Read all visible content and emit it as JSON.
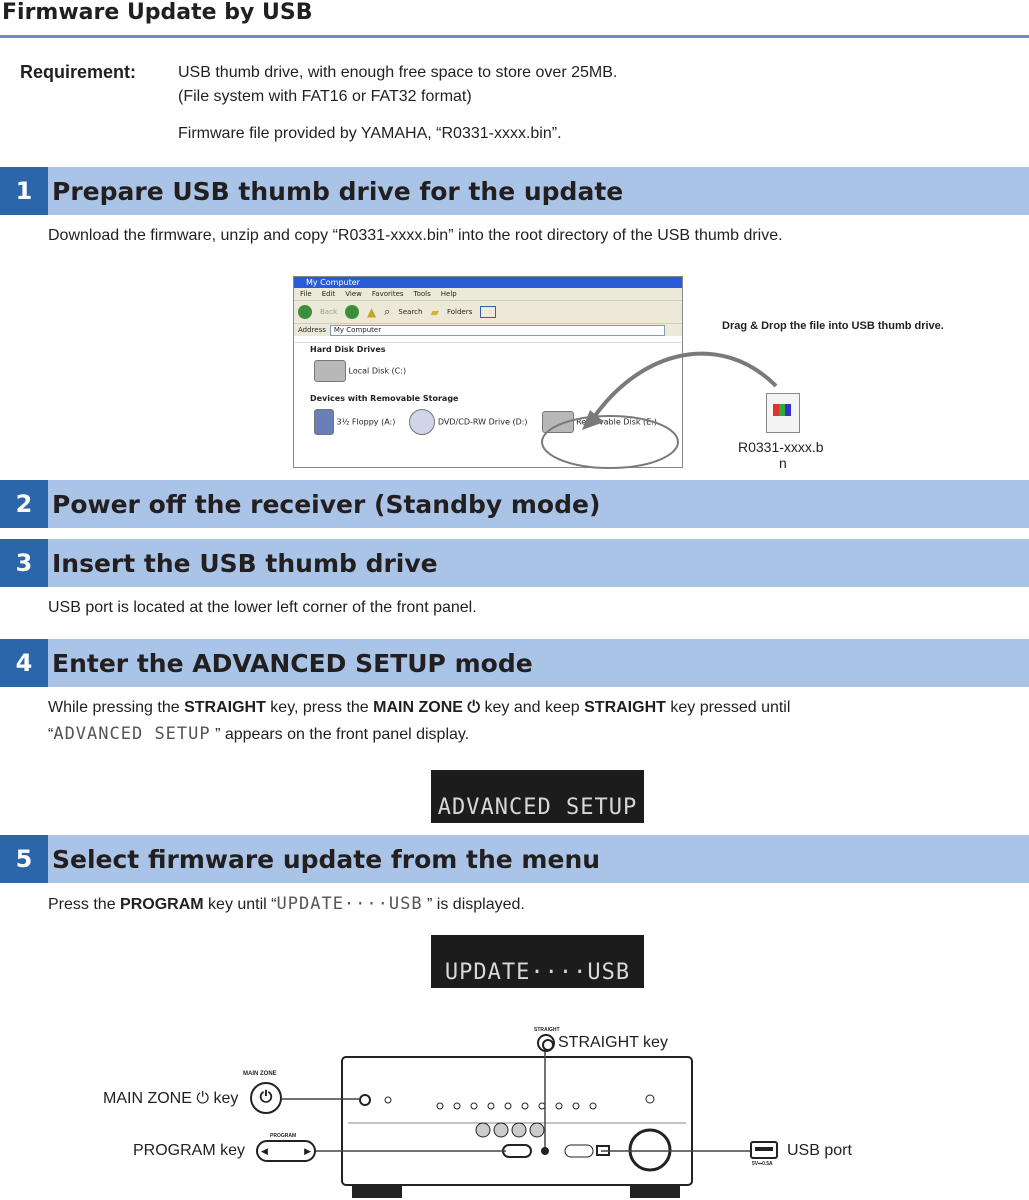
{
  "title": "Firmware Update by USB",
  "requirement": {
    "label": "Requirement:",
    "line1": "USB thumb drive, with enough free space to store over 25MB.",
    "line2": "(File system with FAT16 or FAT32 format)",
    "line3": "Firmware file provided by YAMAHA, “R0331-xxxx.bin”."
  },
  "steps": [
    {
      "num": "1",
      "title": "Prepare USB thumb drive for the update",
      "text": "Download the firmware, unzip and copy “R0331-xxxx.bin” into the root directory of the USB thumb drive."
    },
    {
      "num": "2",
      "title": "Power off the receiver (Standby mode)"
    },
    {
      "num": "3",
      "title": "Insert the USB thumb drive",
      "text": "USB port is located at the lower left corner of the front panel."
    },
    {
      "num": "4",
      "title": "Enter the ADVANCED SETUP mode",
      "t1": "While pressing the ",
      "b1": "STRAIGHT",
      "t2": " key, press the ",
      "b2": "MAIN ZONE",
      "t3": " key and keep ",
      "b3": "STRAIGHT",
      "t4": " key pressed until",
      "q_open": "“",
      "display": "ADVANCED SETUP",
      "t5": " ” appears on the front panel display."
    },
    {
      "num": "5",
      "title": "Select firmware update from the menu",
      "t1": "Press the ",
      "b1": "PROGRAM",
      "t2": " key until “",
      "display": "UPDATE····USB",
      "t3": " ” is displayed."
    }
  ],
  "explorer": {
    "window_title": "My Computer",
    "menu": [
      "File",
      "Edit",
      "View",
      "Favorites",
      "Tools",
      "Help"
    ],
    "toolbar": {
      "back": "Back",
      "search": "Search",
      "folders": "Folders"
    },
    "address_label": "Address",
    "address_value": "My Computer",
    "section_hdd": "Hard Disk Drives",
    "local_disk": "Local Disk (C:)",
    "section_removable": "Devices with Removable Storage",
    "floppy": "3½ Floppy (A:)",
    "dvd": "DVD/CD-RW Drive (D:)",
    "removable": "Removable Disk (E:)"
  },
  "drag_hint": "Drag & Drop the file into USB thumb drive.",
  "file_name_line1": "R0331-xxxx.b",
  "file_name_line2": "n",
  "lcd1": "ADVANCED SETUP",
  "lcd2": "UPDATE····USB",
  "panel": {
    "straight_key": "STRAIGHT key",
    "main_zone_key": "MAIN ZONE",
    "key_word": "key",
    "program_key": "PROGRAM key",
    "usb_port": "USB port",
    "main_zone_tag": "MAIN ZONE",
    "program_tag": "PROGRAM",
    "straight_tag": "STRAIGHT",
    "usb_tag": "5V⎓0.5A"
  }
}
